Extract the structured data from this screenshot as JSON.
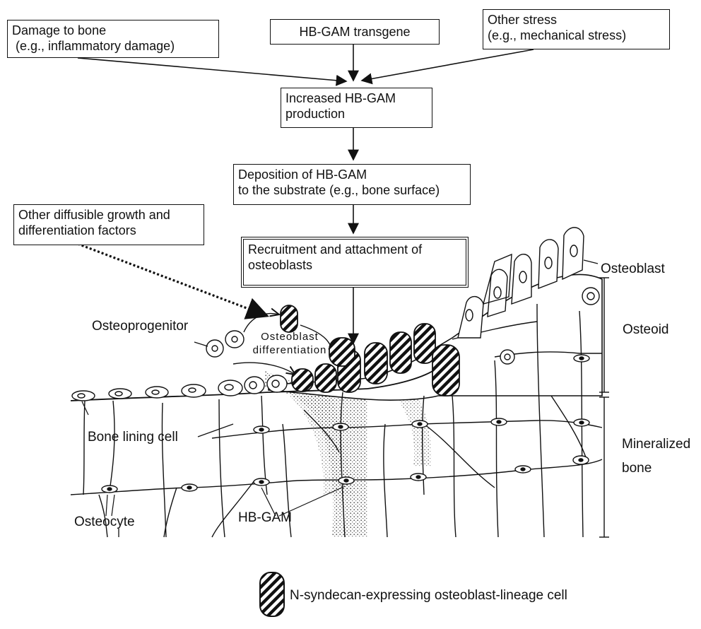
{
  "boxes": {
    "damage": [
      "Damage to bone",
      " (e.g., inflammatory damage)"
    ],
    "transgene": "HB-GAM transgene",
    "other_stress": [
      "Other stress",
      "(e.g., mechanical stress)"
    ],
    "increased": [
      "Increased HB-GAM",
      "production"
    ],
    "deposition": [
      "Deposition of HB-GAM",
      "to the substrate (e.g., bone surface)"
    ],
    "diffusible": [
      "Other diffusible growth and",
      "differentiation factors"
    ],
    "recruitment": [
      "Recruitment and attachment of",
      "osteoblasts"
    ]
  },
  "labels": {
    "osteoblast": "Osteoblast",
    "osteoid": "Osteoid",
    "osteoprogenitor": "Osteoprogenitor",
    "osteoblast_differentiation": [
      "Osteoblast",
      "differentiation"
    ],
    "bone_lining_cell": "Bone lining cell",
    "mineralized_bone": [
      "Mineralized",
      "bone"
    ],
    "osteocyte": "Osteocyte",
    "hb_gam": "HB-GAM"
  },
  "legend": {
    "text": "N-syndecan-expressing osteoblast-lineage cell"
  },
  "colors": {
    "ink": "#111111",
    "background": "#ffffff"
  }
}
